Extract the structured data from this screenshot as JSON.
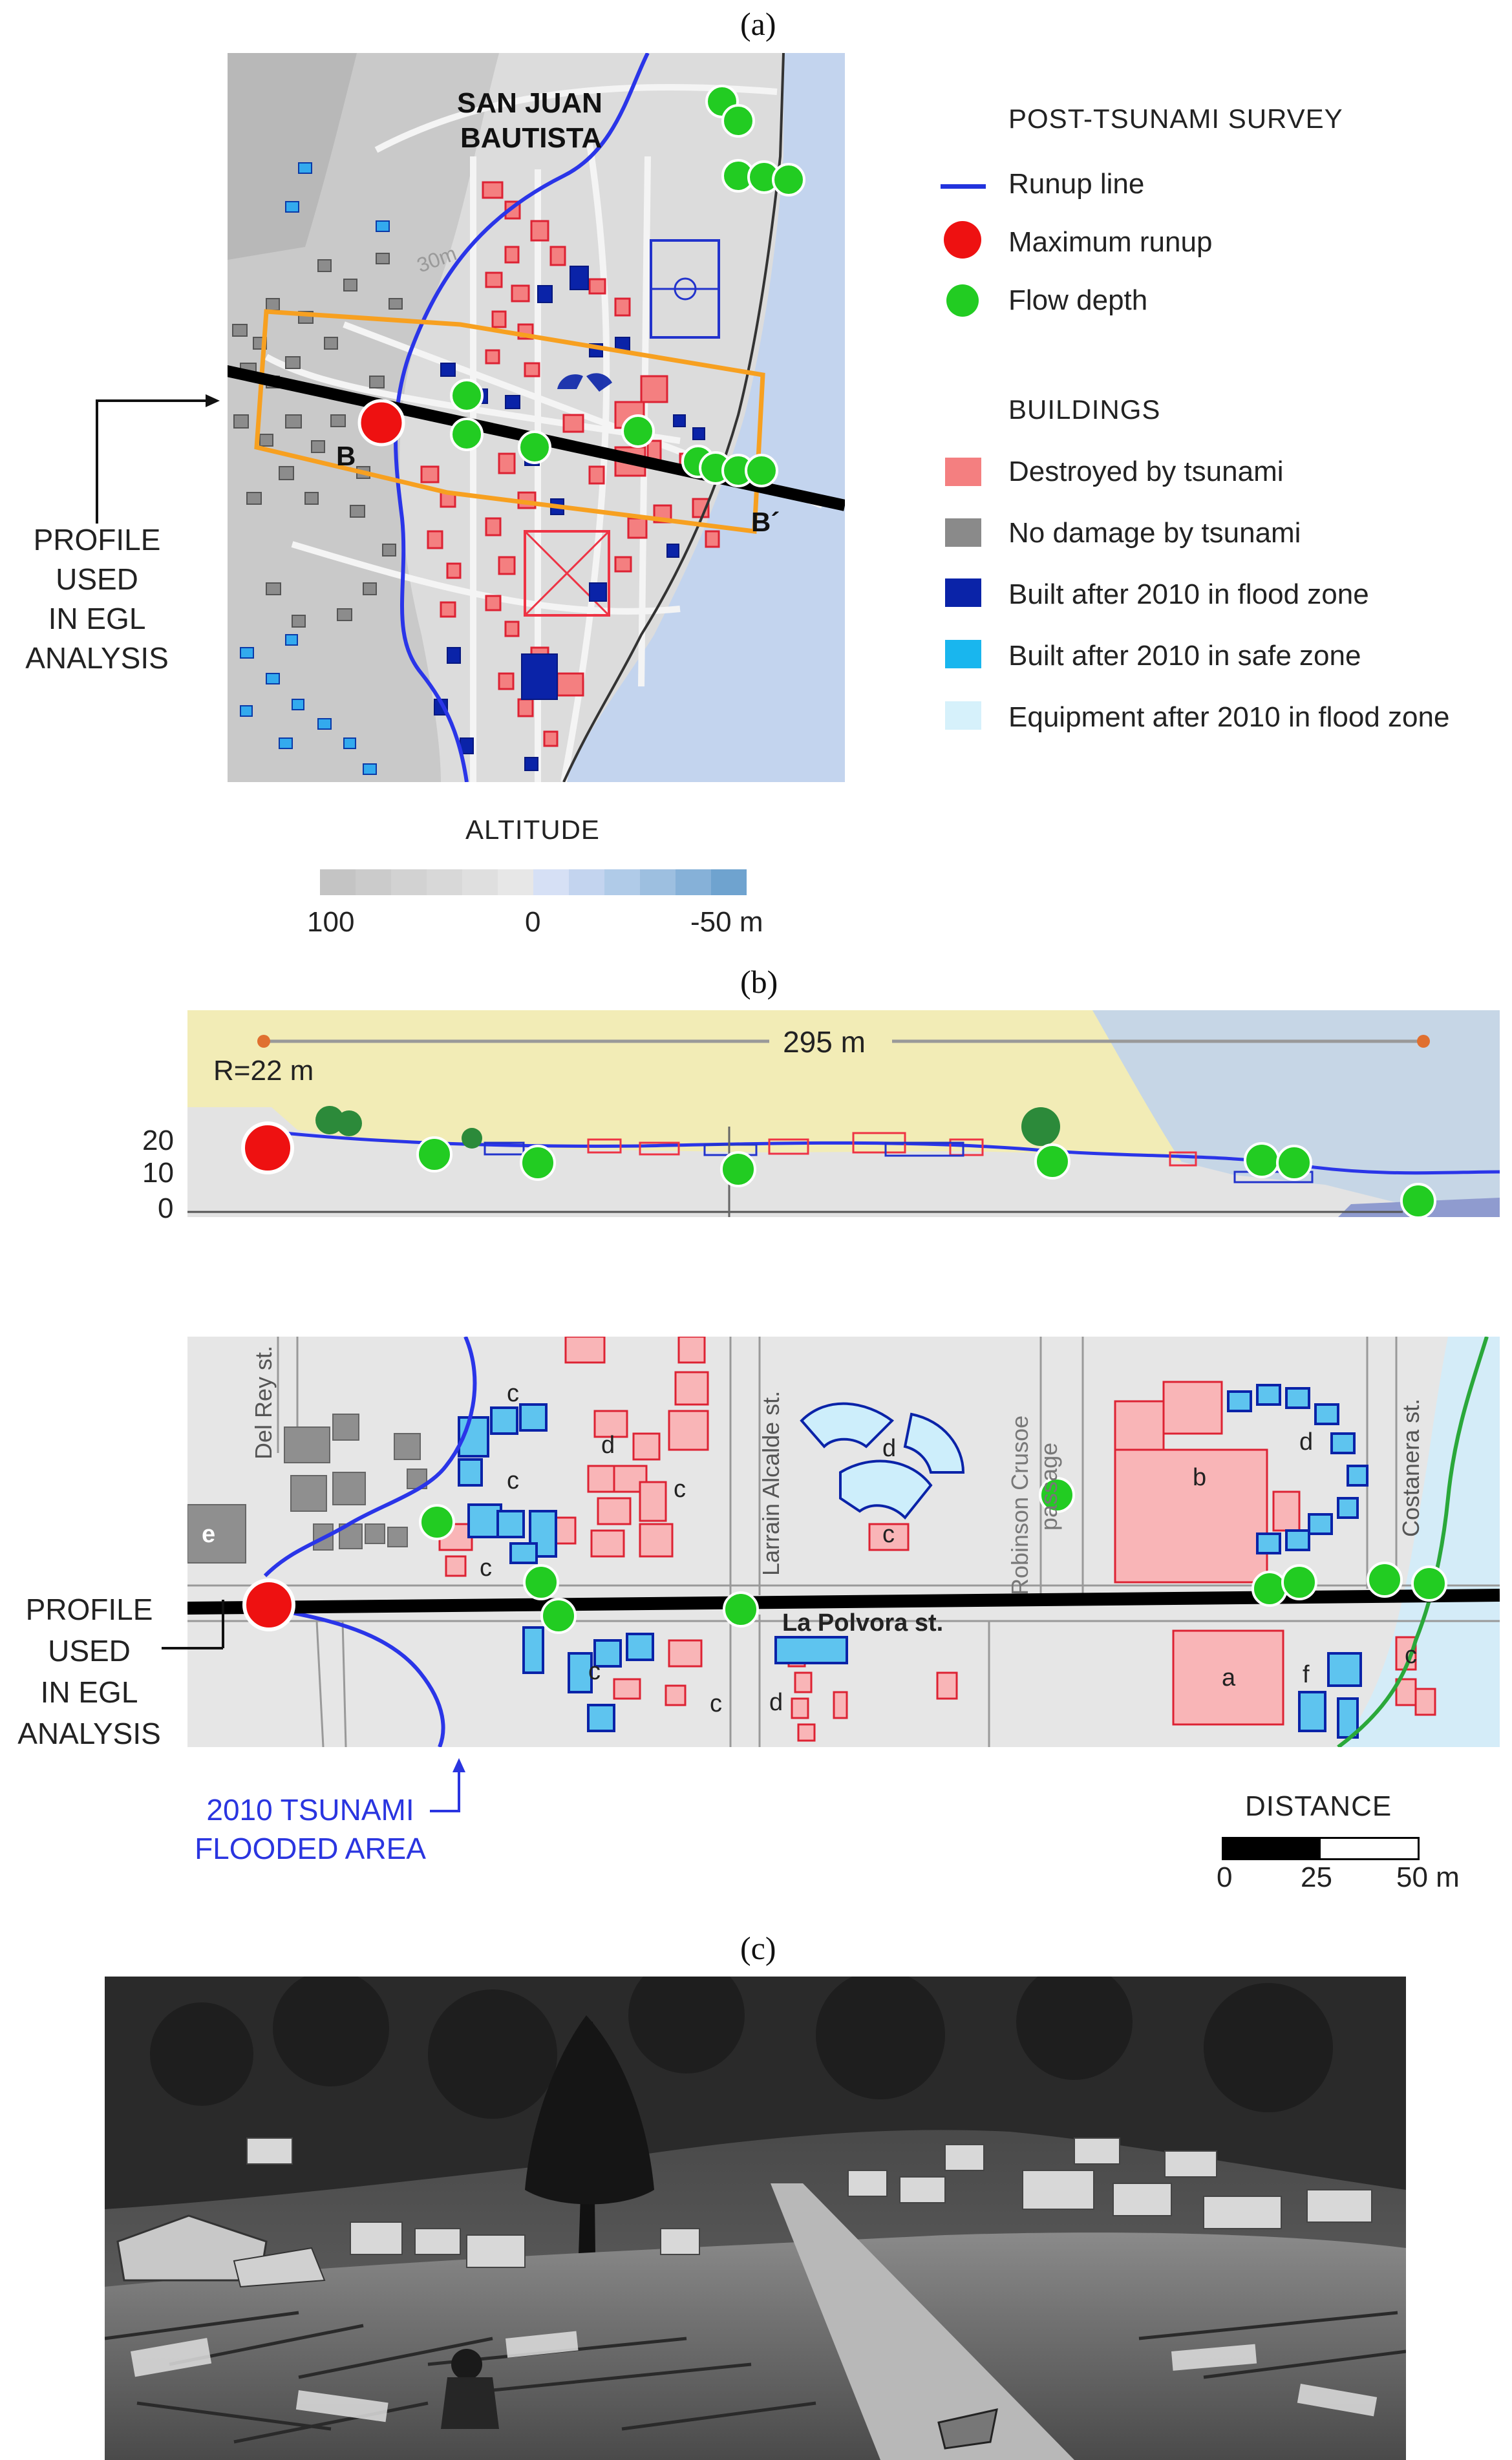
{
  "panels": {
    "a": "(a)",
    "b": "(b)",
    "c": "(c)"
  },
  "map_a": {
    "town_name_line1": "SAN JUAN",
    "town_name_line2": "BAUTISTA",
    "contour_label": "30m",
    "section_start": "B",
    "section_end": "B´"
  },
  "legend": {
    "survey_title": "POST-TSUNAMI SURVEY",
    "runup_line": "Runup line",
    "max_runup": "Maximum runup",
    "flow_depth": "Flow depth",
    "buildings_title": "BUILDINGS",
    "destroyed": "Destroyed by tsunami",
    "no_damage": "No damage by tsunami",
    "built_flood": "Built after 2010 in flood zone",
    "built_safe": "Built after 2010 in safe zone",
    "equipment_flood": "Equipment after 2010 in flood zone",
    "colors": {
      "runup": "#2233dd",
      "max_runup": "#ee1111",
      "flow_depth": "#22cc22",
      "destroyed": "#f47f80",
      "no_damage": "#8a8a8a",
      "built_flood": "#0a23a8",
      "built_safe": "#19b6ee",
      "equipment_flood": "#d6f1fb"
    }
  },
  "profile_label": {
    "line1": "PROFILE",
    "line2": "USED",
    "line3": "IN EGL",
    "line4": "ANALYSIS"
  },
  "altitude_scale": {
    "title": "ALTITUDE",
    "left": "100",
    "middle": "0",
    "right": "-50 m"
  },
  "profile_b": {
    "distance_label": "295 m",
    "radius_label": "R=22 m",
    "y_ticks": [
      "20",
      "10",
      "0"
    ]
  },
  "detail_map": {
    "streets": [
      "Del Rey st.",
      "Larrain Alcalde st.",
      "Robinson Crusoe passage",
      "Costanera st.",
      "La Polvora st."
    ],
    "robinson_line1": "Robinson Crusoe",
    "robinson_line2": "passage",
    "building_letters": {
      "a": "a",
      "b": "b",
      "c": "c",
      "d": "d",
      "e": "e",
      "f": "f"
    }
  },
  "flood_label": {
    "line1": "2010 TSUNAMI",
    "line2": "FLOODED AREA"
  },
  "distance_scale": {
    "title": "DISTANCE",
    "t0": "0",
    "t1": "25",
    "t2": "50 m"
  }
}
